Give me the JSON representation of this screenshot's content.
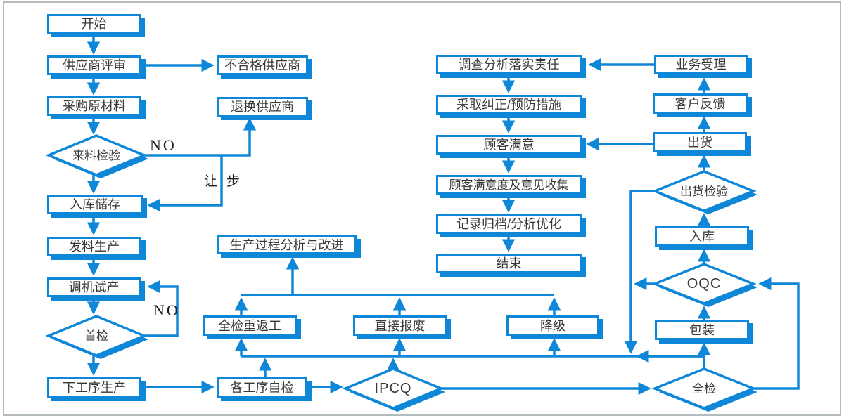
{
  "colors": {
    "accent_blue": "#0f87d8",
    "node_text": "#383838",
    "edge_label_text": "#1d1d1d",
    "frame_gray": "#b3bbbf",
    "background": "#ffffff"
  },
  "nodes": {
    "start": {
      "label": "开始",
      "type": "process"
    },
    "supplier_review": {
      "label": "供应商评审",
      "type": "process"
    },
    "purchase": {
      "label": "采购原材料",
      "type": "process"
    },
    "unqualified_supplier": {
      "label": "不合格供应商",
      "type": "process"
    },
    "return_supplier": {
      "label": "退换供应商",
      "type": "process"
    },
    "incoming_inspection": {
      "label": "来料检验",
      "type": "decision"
    },
    "storage": {
      "label": "入库储存",
      "type": "process"
    },
    "issue_production": {
      "label": "发料生产",
      "type": "process"
    },
    "trial_production": {
      "label": "调机试产",
      "type": "process"
    },
    "first_inspection": {
      "label": "首检",
      "type": "decision"
    },
    "next_process": {
      "label": "下工序生产",
      "type": "process"
    },
    "process_analysis": {
      "label": "生产过程分析与改进",
      "type": "process"
    },
    "full_rework": {
      "label": "全检重返工",
      "type": "process"
    },
    "direct_scrap": {
      "label": "直接报废",
      "type": "process"
    },
    "downgrade": {
      "label": "降级",
      "type": "process"
    },
    "self_inspection": {
      "label": "各工序自检",
      "type": "process"
    },
    "ipcq": {
      "label": "IPCQ",
      "type": "decision"
    },
    "investigate": {
      "label": "调查分析落实责任",
      "type": "process"
    },
    "corrective": {
      "label": "采取纠正/预防措施",
      "type": "process"
    },
    "satisfaction": {
      "label": "顾客满意",
      "type": "process"
    },
    "collect_feedback": {
      "label": "顾客满意度及意见收集",
      "type": "process"
    },
    "records": {
      "label": "记录归档/分析优化",
      "type": "process"
    },
    "finish": {
      "label": "结束",
      "type": "process"
    },
    "business_accept": {
      "label": "业务受理",
      "type": "process"
    },
    "customer_feedback": {
      "label": "客户反馈",
      "type": "process"
    },
    "ship": {
      "label": "出货",
      "type": "process"
    },
    "shipping_inspection": {
      "label": "出货检验",
      "type": "decision"
    },
    "warehouse_in": {
      "label": "入库",
      "type": "process"
    },
    "oqc": {
      "label": "OQC",
      "type": "decision"
    },
    "packing": {
      "label": "包装",
      "type": "process"
    },
    "full_inspection": {
      "label": "全检",
      "type": "decision"
    }
  },
  "edge_labels": {
    "incoming_no": "NO",
    "concession_left": "让",
    "concession_right": "步",
    "first_no": "NO"
  }
}
